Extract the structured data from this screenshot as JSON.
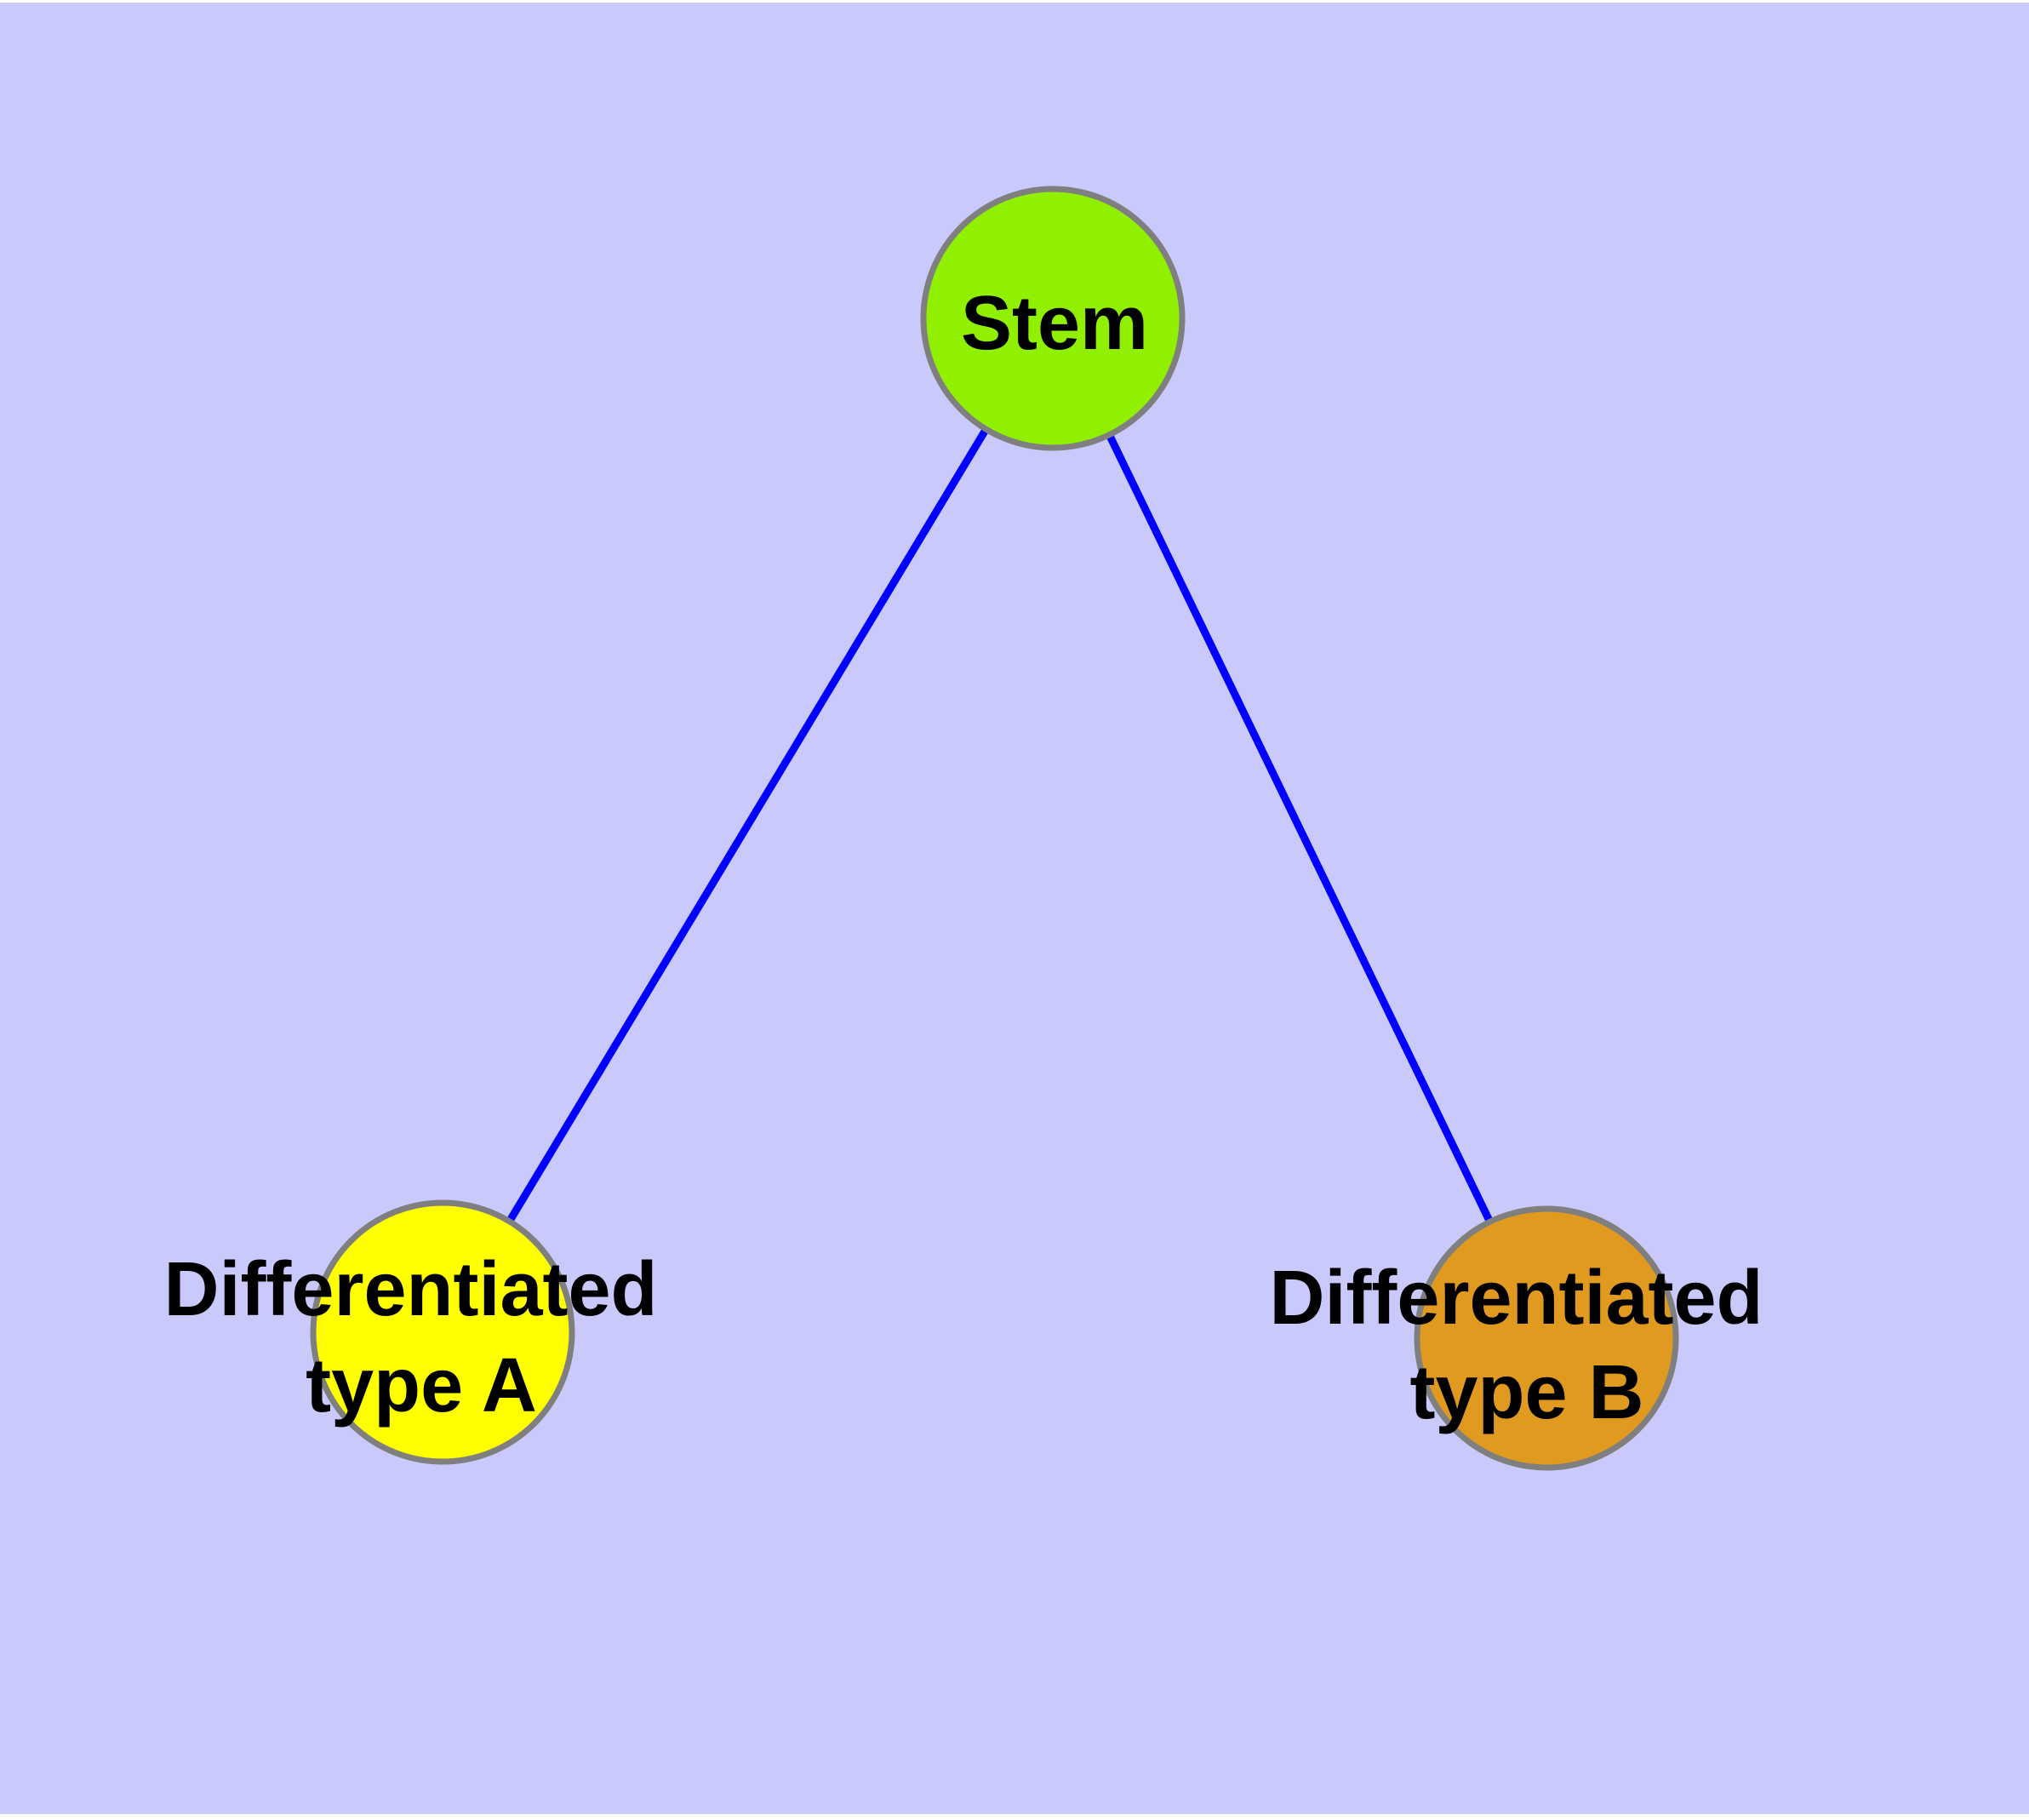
{
  "diagram": {
    "background_color": "#C9C9FB",
    "edge_color": "#0000FF",
    "node_border_color": "#7F7F7F",
    "label_color": "#000000",
    "nodes": [
      {
        "id": "stem",
        "label": "Stem",
        "fill": "#90F000"
      },
      {
        "id": "differentiated-type-a",
        "label": "Differentiated type A",
        "label_lines": [
          "Differentiated",
          "type A"
        ],
        "fill": "#FFFF00"
      },
      {
        "id": "differentiated-type-b",
        "label": "Differentiated type B",
        "label_lines": [
          "Differentiated",
          "type B"
        ],
        "fill": "#E19A20"
      }
    ],
    "edges": [
      {
        "from": "Stem",
        "to": "Differentiated type A"
      },
      {
        "from": "Stem",
        "to": "Differentiated type B"
      }
    ]
  }
}
